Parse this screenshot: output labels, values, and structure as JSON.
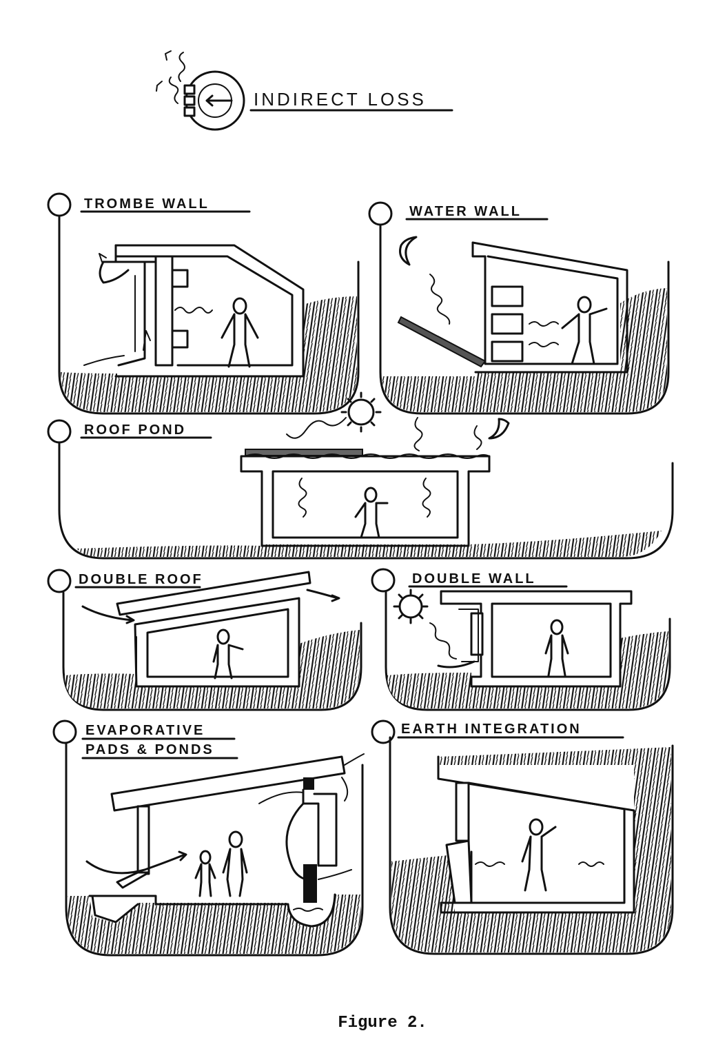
{
  "header": {
    "title": "INDIRECT LOSS"
  },
  "panels": [
    {
      "id": "trombe-wall",
      "label": "TROMBE WALL"
    },
    {
      "id": "water-wall",
      "label": "WATER WALL"
    },
    {
      "id": "roof-pond",
      "label": "ROOF POND"
    },
    {
      "id": "double-roof",
      "label": "DOUBLE ROOF"
    },
    {
      "id": "double-wall",
      "label": "DOUBLE WALL"
    },
    {
      "id": "evaporative",
      "label_line1": "EVAPORATIVE",
      "label_line2": "PADS & PONDS"
    },
    {
      "id": "earth-integration",
      "label": "EARTH INTEGRATION"
    }
  ],
  "caption": "Figure 2.",
  "colors": {
    "ink": "#111111",
    "paper": "#ffffff"
  }
}
